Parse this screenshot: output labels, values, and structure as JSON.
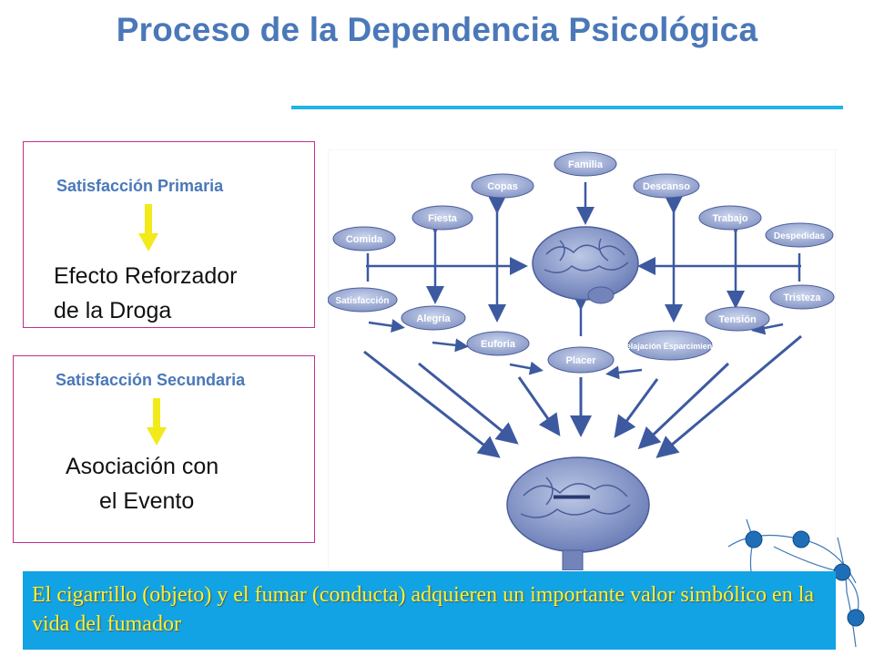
{
  "title": "Proceso de la Dependencia Psicológica",
  "left_panel": {
    "box1": {
      "heading": "Satisfacción Primaria",
      "text_line1": "Efecto Reforzador",
      "text_line2": "de la Droga"
    },
    "box2": {
      "heading": "Satisfacción Secundaria",
      "text_line1": "Asociación con",
      "text_line2": "el Evento"
    }
  },
  "diagram": {
    "nodes": [
      {
        "id": "familia",
        "label": "Familia"
      },
      {
        "id": "copas",
        "label": "Copas"
      },
      {
        "id": "descanso",
        "label": "Descanso"
      },
      {
        "id": "fiesta",
        "label": "Fiesta"
      },
      {
        "id": "trabajo",
        "label": "Trabajo"
      },
      {
        "id": "comida",
        "label": "Comida"
      },
      {
        "id": "despedidas",
        "label": "Despedidas"
      },
      {
        "id": "satisfaccion",
        "label": "Satisfacción"
      },
      {
        "id": "tristeza",
        "label": "Tristeza"
      },
      {
        "id": "alegria",
        "label": "Alegría"
      },
      {
        "id": "tension",
        "label": "Tensión"
      },
      {
        "id": "euforia",
        "label": "Euforia"
      },
      {
        "id": "placer",
        "label": "Placer"
      },
      {
        "id": "relajacion",
        "label": "Relajación Esparcimiento"
      }
    ],
    "brain_minus_symbol": "—"
  },
  "banner": {
    "text": "El cigarrillo (objeto) y el fumar (conducta) adquieren un importante valor simbólico en la vida del fumador"
  },
  "colors": {
    "title": "#4a78b8",
    "accent_line": "#1fb4ec",
    "box_border": "#c0308a",
    "yellow_arrow": "#f2ea1a",
    "banner_bg": "#12a3e4",
    "banner_text": "#f7f233",
    "diagram_node": "#9fb0d6",
    "diagram_line": "#3d5aa0"
  }
}
